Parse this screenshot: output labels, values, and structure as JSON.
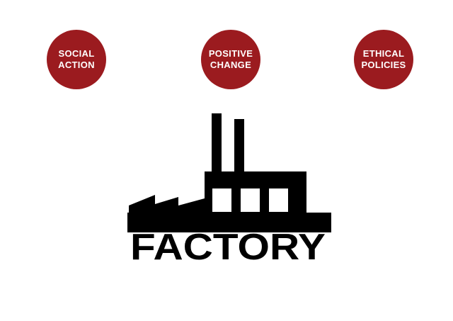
{
  "colors": {
    "badge_fill": "#9b1b1f",
    "factory_fill": "#000000",
    "window_fill": "#ffffff"
  },
  "badges": [
    {
      "line1": "SOCIAL",
      "line2": "ACTION"
    },
    {
      "line1": "POSITIVE",
      "line2": "CHANGE"
    },
    {
      "line1": "ETHICAL",
      "line2": "POLICIES"
    }
  ],
  "factory": {
    "icon": "factory-icon",
    "word": "FACTORY"
  }
}
